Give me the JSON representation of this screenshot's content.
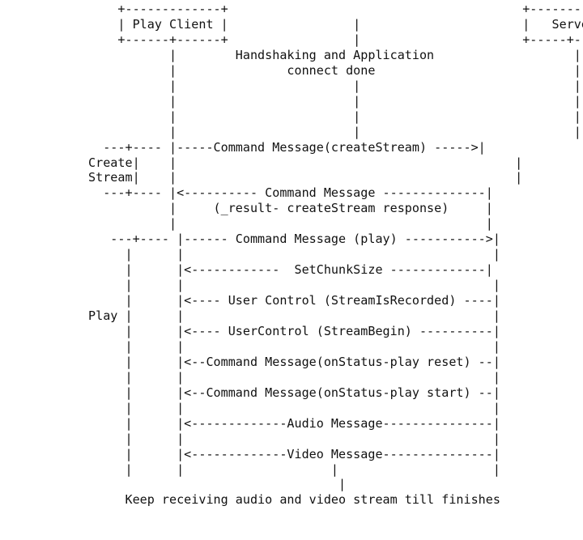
{
  "diagram": {
    "lines": [
      "                +-------------+                                        +----------+",
      "                | Play Client |                 |                      |   Server |",
      "                +------+------+                 |                      +-----+----+",
      "                       |        Handshaking and Application                   |",
      "                       |               connect done                           |",
      "                       |                        |                             |",
      "                       |                        |                             |",
      "                       |                        |                             |",
      "                       |                        |                             |",
      "              ---+---- |-----Command Message(createStream) ----->|",
      "            Create|    |                                              |",
      "            Stream|    |                                              |",
      "              ---+---- |<---------- Command Message --------------|",
      "                       |     (_result- createStream response)     |",
      "                       |                                          |",
      "               ---+---- |------ Command Message (play) ----------->|",
      "                 |      |                                          |",
      "                 |      |<------------  SetChunkSize -------------|",
      "                 |      |                                          |",
      "                 |      |<---- User Control (StreamIsRecorded) ----|",
      "            Play |      |                                          |",
      "                 |      |<---- UserControl (StreamBegin) ----------|",
      "                 |      |                                          |",
      "                 |      |<--Command Message(onStatus-play reset) --|",
      "                 |      |                                          |",
      "                 |      |<--Command Message(onStatus-play start) --|",
      "                 |      |                                          |",
      "                 |      |<-------------Audio Message---------------|",
      "                 |      |                                          |",
      "                 |      |<-------------Video Message---------------|",
      "                 |      |                    |                     |",
      "                                              |",
      "                 Keep receiving audio and video stream till finishes"
    ]
  }
}
